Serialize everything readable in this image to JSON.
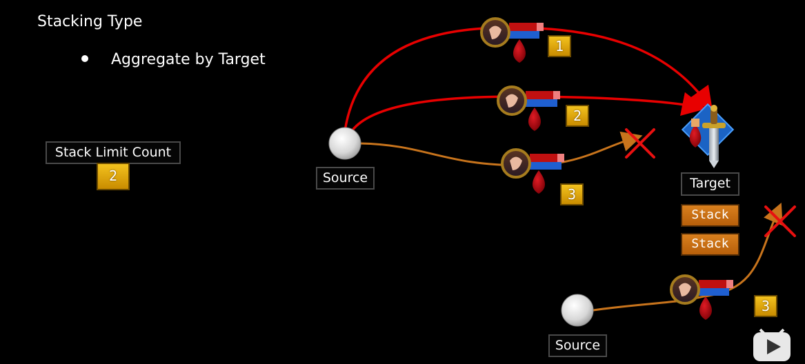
{
  "slide": {
    "title": "Stacking Type",
    "bullet": "Aggregate by Target"
  },
  "stack_limit": {
    "label": "Stack Limit Count",
    "value": "2"
  },
  "nodes": {
    "source_top_label": "Source",
    "source_bottom_label": "Source",
    "target_label": "Target"
  },
  "effects": {
    "top": [
      {
        "index": "1"
      },
      {
        "index": "2"
      },
      {
        "index": "3"
      }
    ],
    "bottom": {
      "index": "3"
    }
  },
  "target_stacks": [
    "Stack",
    "Stack"
  ],
  "colors": {
    "applied_link": "#e80000",
    "rejected_link": "#c8741c",
    "rejected_mark": "#e81010",
    "badge_gold": "#e0a30b",
    "stack_orange": "#c96c12"
  },
  "icons": {
    "source": "source-orb-icon",
    "target": "sword-target-icon",
    "buff": "character-portrait-icon",
    "blood": "blood-drop-icon",
    "reject": "red-x-icon",
    "player": "play-button-icon"
  }
}
